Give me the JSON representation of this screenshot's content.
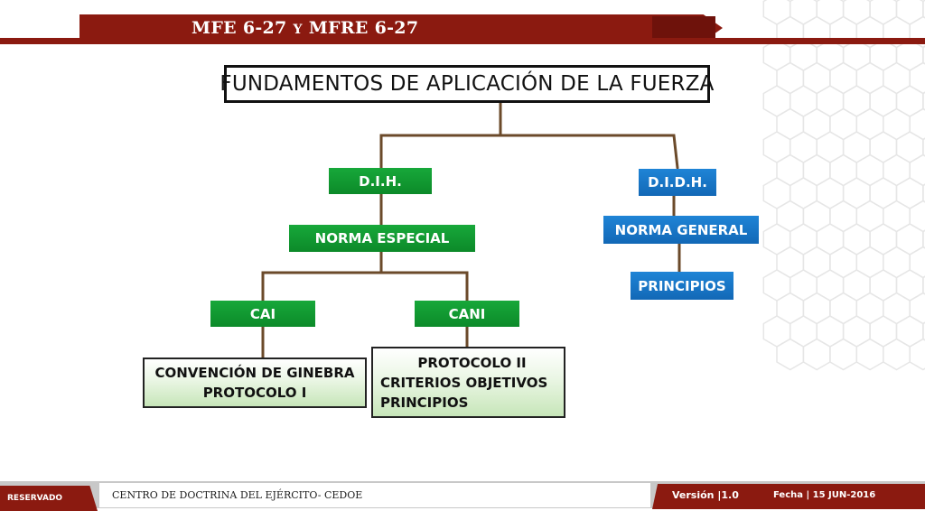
{
  "header": {
    "title_part1": "MFE 6-27 ",
    "title_conj": "Y",
    "title_part2": " MFRE 6-27"
  },
  "diagram": {
    "root": "FUNDAMENTOS DE APLICACIÓN DE LA FUERZA",
    "dih": "D.I.H.",
    "didh": "D.I.D.H.",
    "norma_especial": "NORMA ESPECIAL",
    "norma_general": "NORMA GENERAL",
    "principios": "PRINCIPIOS",
    "cai": "CAI",
    "cani": "CANI",
    "cai_detail": [
      "CONVENCIÓN DE GINEBRA",
      "PROTOCOLO I"
    ],
    "cani_detail": [
      "PROTOCOLO II",
      "CRITERIOS OBJETIVOS",
      "PRINCIPIOS"
    ]
  },
  "footer": {
    "classification": "RESERVADO",
    "organization": "CENTRO DE DOCTRINA  DEL EJÉRCITO- CEDOE",
    "version_label": "Versión  |",
    "version_value": "1.0",
    "date_label": "Fecha  |",
    "date_value": "15 JUN-2016"
  },
  "colors": {
    "maroon": "#8b1a10",
    "green": "#0f9a30",
    "blue": "#1a78c8",
    "connector": "#6b4a2a"
  }
}
